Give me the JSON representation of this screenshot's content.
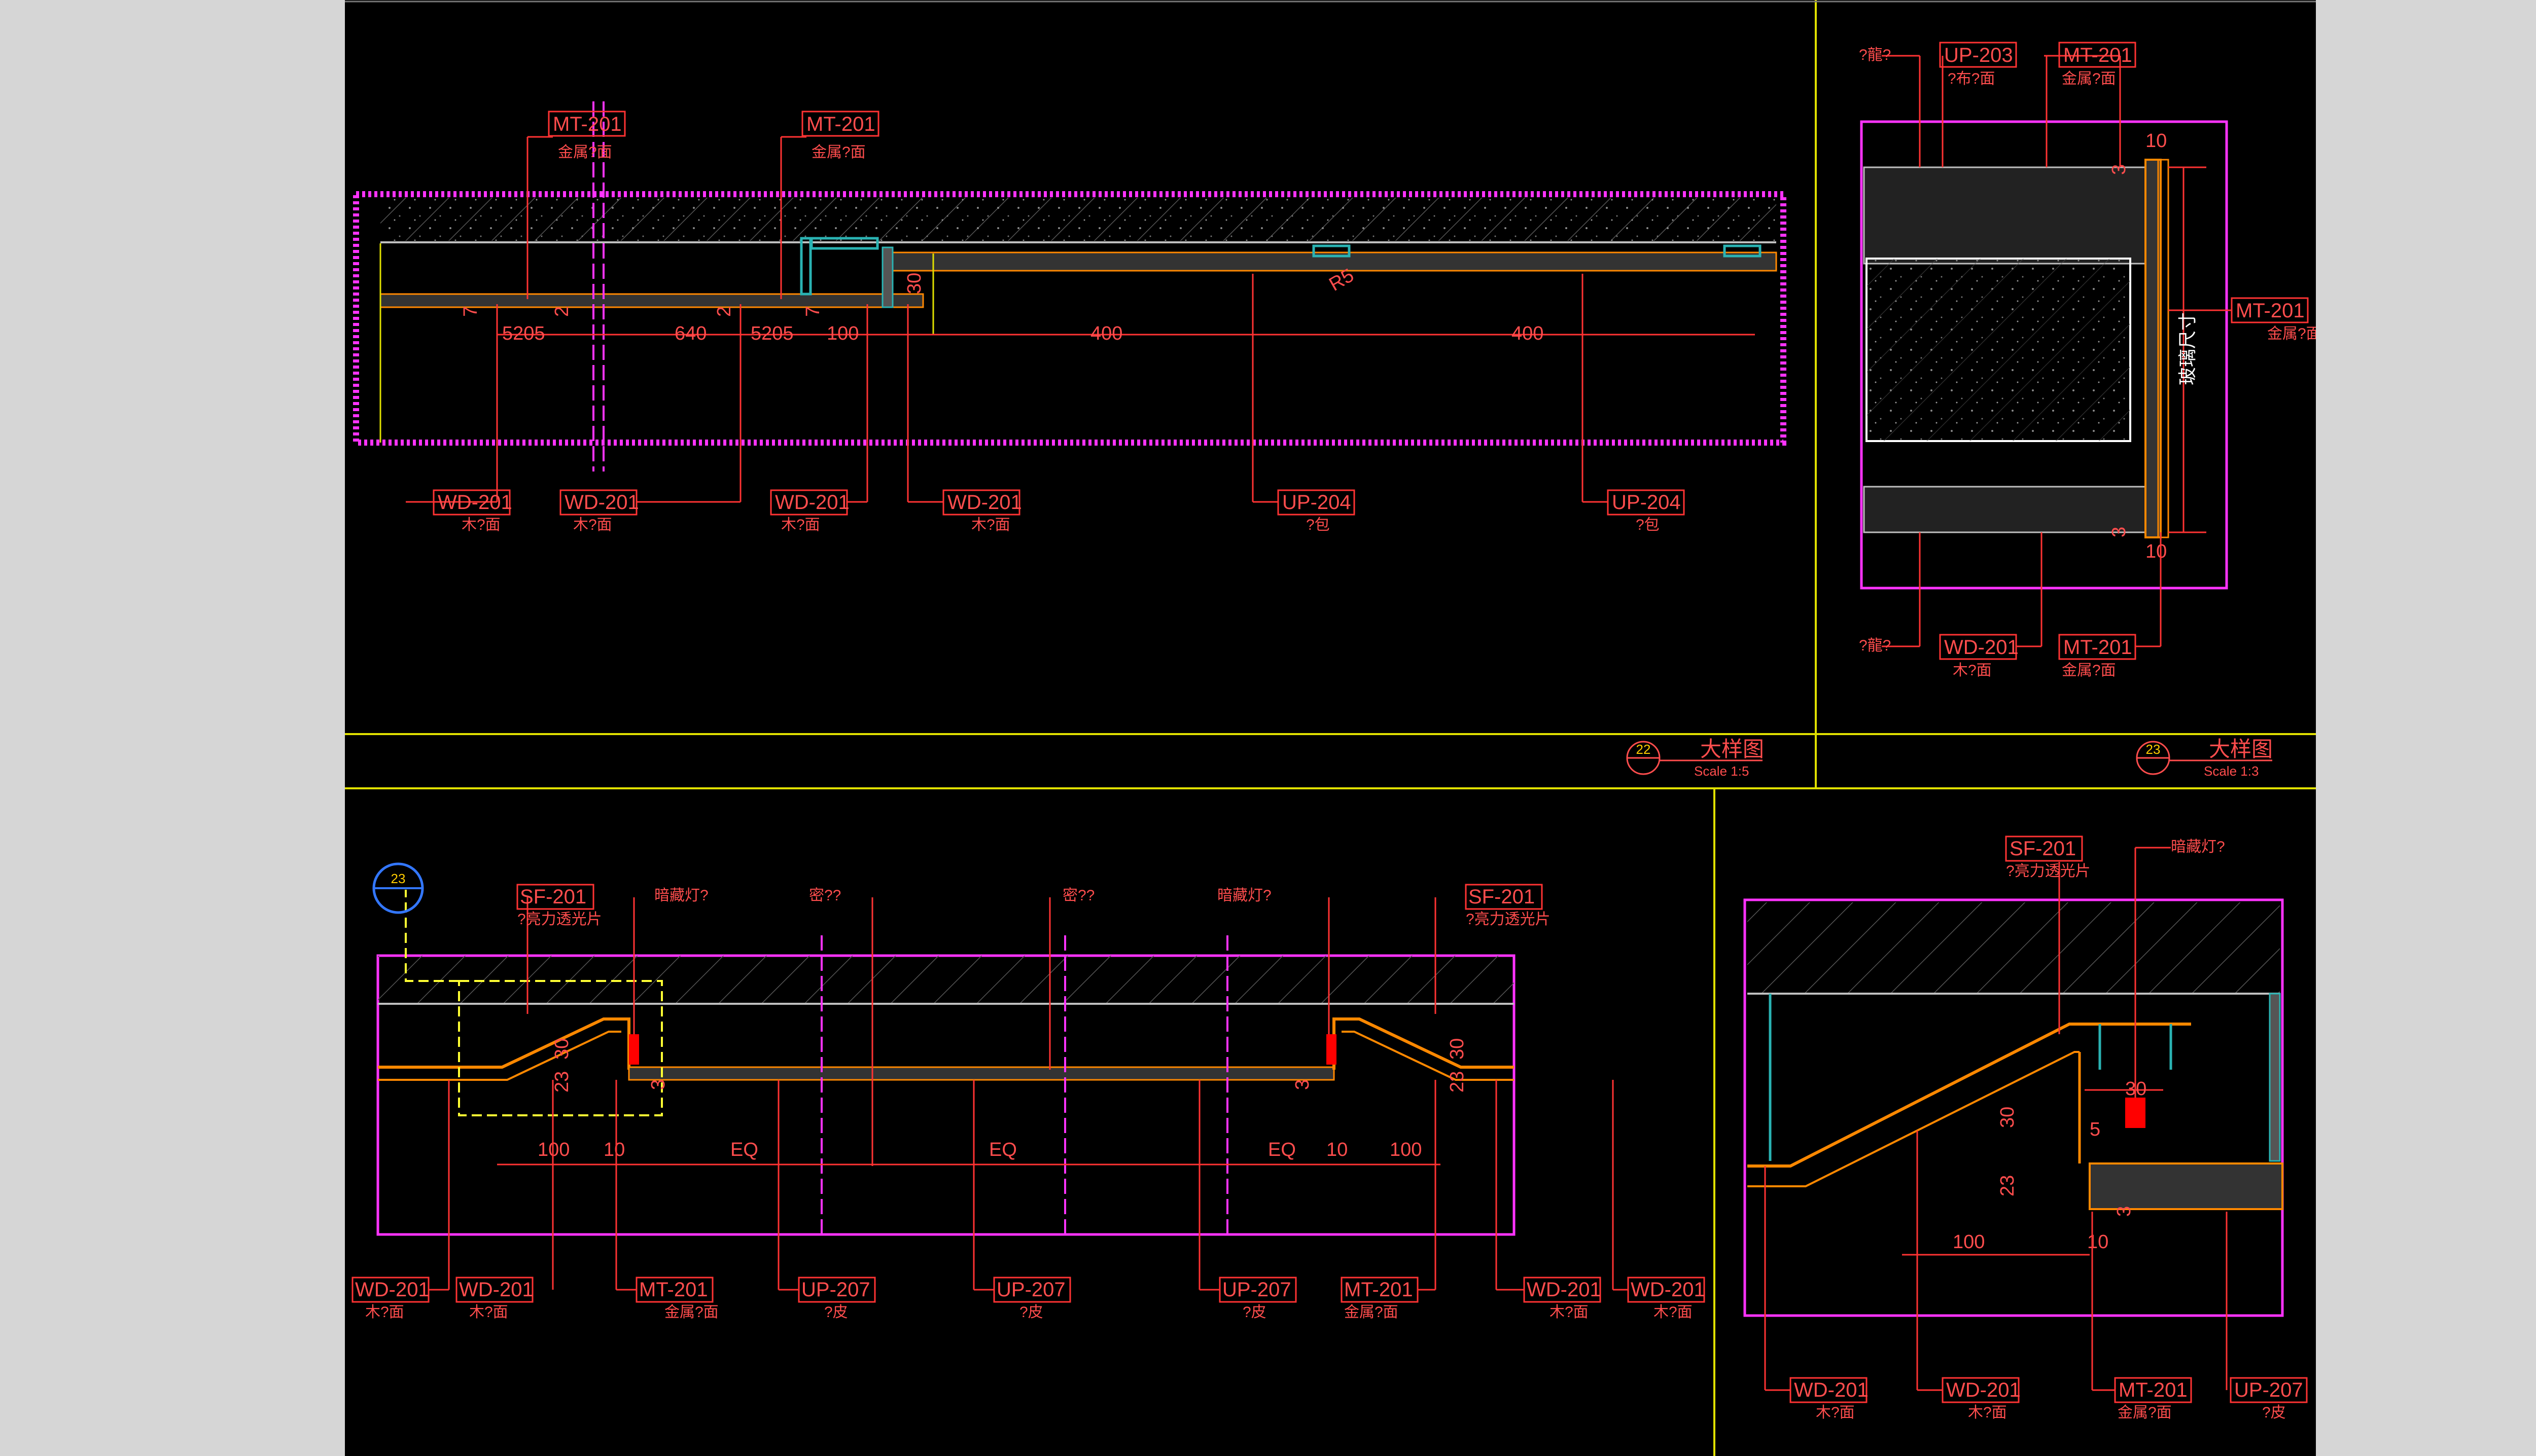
{
  "colors": {
    "background": "#000000",
    "outside": "#d6d6d6",
    "frame": "#e0e000",
    "dim_line": "#ff3333",
    "label_text": "#ff4d4d",
    "magenta": "#ff33ff",
    "orange": "#ff8800",
    "teal": "#2ab3b3",
    "gray_line": "#bfbfbf",
    "yellow_dash": "#ffff33"
  },
  "details": {
    "d22": {
      "number": "22",
      "title": "大样图",
      "scale": "Scale 1:5"
    },
    "d23": {
      "number": "23",
      "title": "大样图",
      "scale": "Scale 1:3"
    }
  },
  "top_left": {
    "top_tags": [
      {
        "code": "MT-201",
        "desc": "金属?面"
      },
      {
        "code": "MT-201",
        "desc": "金属?面"
      }
    ],
    "bottom_tags": [
      {
        "code": "WD-201",
        "desc": "木?面"
      },
      {
        "code": "WD-201",
        "desc": "木?面"
      },
      {
        "code": "WD-201",
        "desc": "木?面"
      },
      {
        "code": "WD-201",
        "desc": "木?面"
      },
      {
        "code": "UP-204",
        "desc": "?包"
      },
      {
        "code": "UP-204",
        "desc": "?包"
      }
    ],
    "dims": [
      "5205",
      "640",
      "5205",
      "100",
      "400",
      "400",
      "30",
      "7",
      "2",
      "2",
      "7",
      "R5"
    ]
  },
  "top_right": {
    "top_tags": [
      {
        "code": "",
        "desc": "?龍?"
      },
      {
        "code": "UP-203",
        "desc": "?布?面"
      },
      {
        "code": "MT-201",
        "desc": "金属?面"
      }
    ],
    "right_tag": {
      "code": "MT-201",
      "desc": "金属?面"
    },
    "bottom_tags": [
      {
        "code": "",
        "desc": "?龍?"
      },
      {
        "code": "WD-201",
        "desc": "木?面"
      },
      {
        "code": "MT-201",
        "desc": "金属?面"
      }
    ],
    "vertical_label": "玻璃尺寸",
    "dims": [
      "10",
      "10",
      "3",
      "3"
    ]
  },
  "bottom_left": {
    "top_tags": [
      {
        "code": "SF-201",
        "desc": "?亮力透光片"
      },
      {
        "code": "",
        "desc": "暗藏灯?"
      },
      {
        "code": "",
        "desc": "密??"
      },
      {
        "code": "",
        "desc": "密??"
      },
      {
        "code": "",
        "desc": "暗藏灯?"
      },
      {
        "code": "SF-201",
        "desc": "?亮力透光片"
      }
    ],
    "bottom_tags": [
      {
        "code": "WD-201",
        "desc": "木?面"
      },
      {
        "code": "WD-201",
        "desc": "木?面"
      },
      {
        "code": "MT-201",
        "desc": "金属?面"
      },
      {
        "code": "UP-207",
        "desc": "?皮"
      },
      {
        "code": "UP-207",
        "desc": "?皮"
      },
      {
        "code": "UP-207",
        "desc": "?皮"
      },
      {
        "code": "MT-201",
        "desc": "金属?面"
      },
      {
        "code": "WD-201",
        "desc": "木?面"
      },
      {
        "code": "WD-201",
        "desc": "木?面"
      }
    ],
    "dims": [
      "100",
      "10",
      "EQ",
      "EQ",
      "EQ",
      "10",
      "100",
      "23",
      "30",
      "23",
      "30",
      "3",
      "3"
    ],
    "callout_number": "23"
  },
  "bottom_right": {
    "top_tags": [
      {
        "code": "SF-201",
        "desc": "?亮力透光片"
      },
      {
        "code": "",
        "desc": "暗藏灯?"
      }
    ],
    "bottom_tags": [
      {
        "code": "WD-201",
        "desc": "木?面"
      },
      {
        "code": "WD-201",
        "desc": "木?面"
      },
      {
        "code": "MT-201",
        "desc": "金属?面"
      },
      {
        "code": "UP-207",
        "desc": "?皮"
      }
    ],
    "dims": [
      "30",
      "30",
      "5",
      "23",
      "100",
      "10",
      "3"
    ]
  }
}
